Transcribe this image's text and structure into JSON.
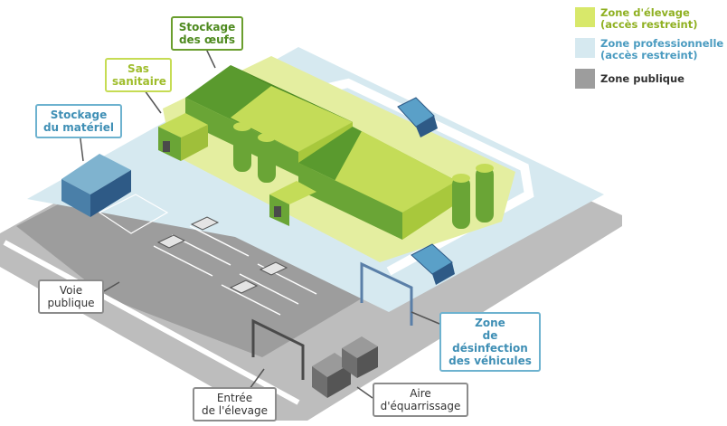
{
  "colors": {
    "breeding_zone": "#d8e86a",
    "professional_zone": "#d6e9f0",
    "public_zone": "#9d9d9d",
    "building_dark": "#5a9a2e",
    "building_light": "#c4dc58",
    "road": "#a8a8a8"
  },
  "legend": [
    {
      "line1": "Zone d'élevage",
      "line2": "(accès restreint)",
      "color": "#d8e86a",
      "text_color": "#8fb021"
    },
    {
      "line1": "Zone professionnelle",
      "line2": "(accès restreint)",
      "color": "#d6e9f0",
      "text_color": "#4a9bc0"
    },
    {
      "line1": "Zone publique",
      "line2": "",
      "color": "#9d9d9d",
      "text_color": "#333333"
    }
  ],
  "labels": {
    "egg_storage": {
      "line1": "Stockage",
      "line2": "des œufs"
    },
    "sanitary_airlock": {
      "line1": "Sas",
      "line2": "sanitaire"
    },
    "equipment_storage": {
      "line1": "Stockage",
      "line2": "du matériel"
    },
    "public_road": {
      "line1": "Voie",
      "line2": "publique"
    },
    "vehicle_disinfection": {
      "line1": "Zone",
      "line2": "de désinfection",
      "line3": "des véhicules"
    },
    "farm_entrance": {
      "line1": "Entrée",
      "line2": "de l'élevage"
    },
    "rendering_area": {
      "line1": "Aire",
      "line2": "d'équarrissage"
    }
  },
  "icons": {
    "truck": "delivery-truck-icon",
    "car": "car-icon",
    "silo": "silo-icon",
    "container": "carcass-container-icon"
  }
}
